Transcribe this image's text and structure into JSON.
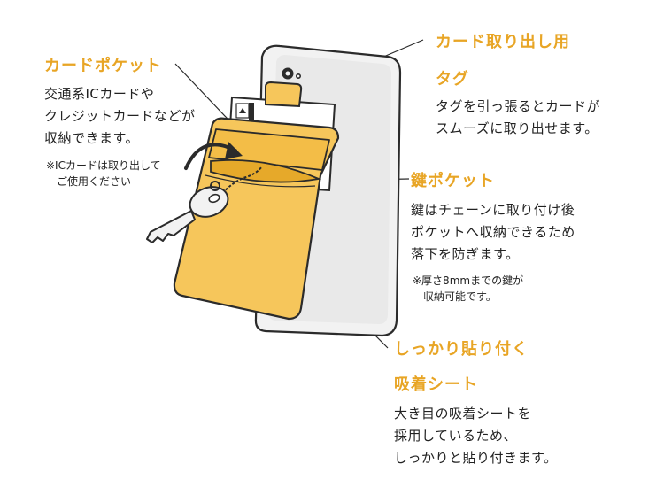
{
  "card_pocket": {
    "title": "カードポケット",
    "lines": [
      "交通系ICカードや",
      "クレジットカードなどが",
      "収納できます。"
    ],
    "note_lines": [
      "※ICカードは取り出して",
      "　ご使用ください"
    ]
  },
  "card_tag": {
    "title_line1": "カード取り出し用",
    "title_line2": "タグ",
    "lines": [
      "タグを引っ張るとカードが",
      "スムーズに取り出せます。"
    ]
  },
  "key_pocket": {
    "title": "鍵ポケット",
    "lines": [
      "鍵はチェーンに取り付け後",
      "ポケットへ収納できるため",
      "落下を防ぎます。"
    ],
    "note_lines": [
      "※厚さ8mmまでの鍵が",
      "　収納可能です。"
    ]
  },
  "suction_sheet": {
    "title_line1": "しっかり貼り付く",
    "title_line2": "吸着シート",
    "lines": [
      "大き目の吸着シートを",
      "採用しているため、",
      "しっかりと貼り付きます。"
    ]
  },
  "colors": {
    "accent": "#e8a525",
    "pocket": "#f6c65b",
    "outline": "#2b2b2b",
    "phone_body": "#f2f2f2"
  },
  "icons": [
    "phone-camera-icon",
    "ic-chip-icon",
    "rotation-arrow-icon",
    "key-icon"
  ]
}
